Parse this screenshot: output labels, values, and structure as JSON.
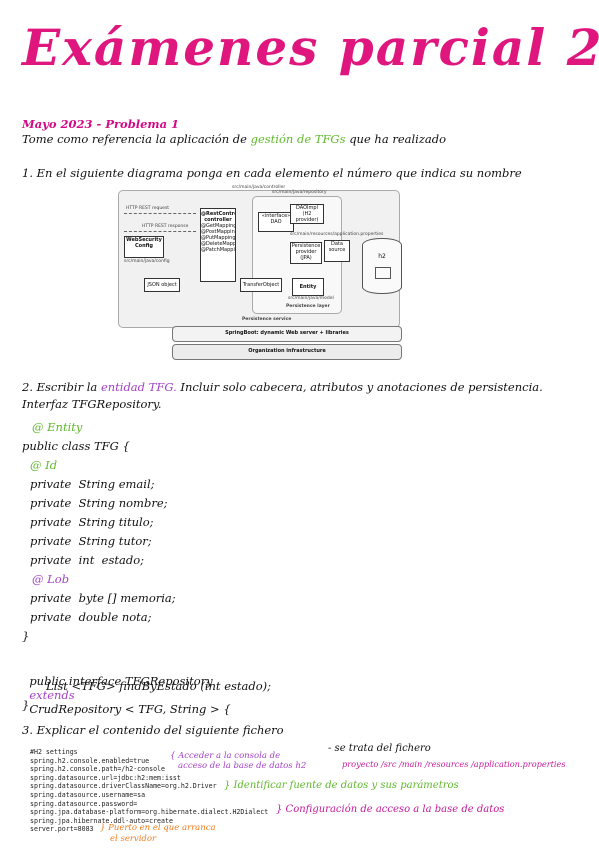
{
  "page": {
    "title": "Exámenes parcial 2"
  },
  "header": {
    "problem": "Mayo 2023 - Problema 1",
    "intro_prefix": "Tome como referencia la aplicación de",
    "intro_highlight": "gestión de TFGs",
    "intro_suffix": "que ha realizado"
  },
  "q1": {
    "text": "1. En el siguiente diagrama ponga en cada elemento el número que indica su nombre"
  },
  "diagram": {
    "top_label_1": "src/main/java/controller",
    "top_label_2": "src/main/java/repository",
    "http_request": "HTTP REST request",
    "http_response": "HTTP REST response",
    "websecurity": "WebSecurity Config",
    "websecurity_path": "src/main/java/config",
    "controller_title": "@RestController controller",
    "controller_methods": [
      "@GetMapping",
      "@PostMapping",
      "@PutMapping",
      "@DeleteMapping",
      "@PatchMapping"
    ],
    "interface_dao": "«interface» DAO",
    "daoimpl": "DAOImpl (H2 provider)",
    "persistence_provider": "Persistence provider (JPA)",
    "data_source": "Data source",
    "h2": "h2",
    "json_object": "JSON object",
    "transfer_object": "TransferObject",
    "entity": "Entity",
    "entity_path": "src/main/java/model",
    "persistence_layer": "Persistence layer",
    "persistence_service": "Persistence service",
    "springboot": "SpringBoot: dynamic Web server + libraries",
    "org_infra": "Organization infrastructure",
    "props_label": "src/main/resources/application.properties"
  },
  "q2": {
    "prefix": "2. Escribir la",
    "highlight": "entidad TFG.",
    "suffix": "Incluir solo cabecera, atributos y anotaciones de persistencia.",
    "line2": "Interfaz TFGRepository."
  },
  "entity_code": {
    "ann_entity": "@ Entity",
    "class_decl": "public class TFG {",
    "ann_id": "@ Id",
    "fields": [
      "private  String email;",
      "private  String nombre;",
      "private  String titulo;",
      "private  String tutor;",
      "private  int  estado;"
    ],
    "ann_lob": "@ Lob",
    "fields2": [
      "private  byte [] memoria;",
      "private  double nota;"
    ],
    "close": "}"
  },
  "repo_code": {
    "line1_a": "public interface TFGRepository",
    "line1_b": "extends",
    "line1_c": "CrudRepository < TFG, String > {",
    "line2": "List <TFG> findByEstado (int estado);",
    "line3": "}"
  },
  "q3": {
    "text": "3. Explicar el contenido del siguiente fichero",
    "note": "- se trata del fichero",
    "path": "proyecto /src /main /resources /application.properties"
  },
  "properties": {
    "lines": [
      "#H2 settings",
      "spring.h2.console.enabled=true",
      "spring.h2.console.path=/h2-console",
      "spring.datasource.url=jdbc:h2:mem:isst",
      "spring.datasource.driverClassName=org.h2.Driver",
      "spring.datasource.username=sa",
      "spring.datasource.password=",
      "spring.jpa.database-platform=org.hibernate.dialect.H2Dialect",
      "spring.jpa.hibernate.ddl-auto=create",
      "server.port=8083"
    ]
  },
  "annotations": {
    "console_1": "Acceder a la consola de",
    "console_2": "acceso de la base de datos h2",
    "datasource": "Identificar fuente de datos y sus parámetros",
    "jpa": "Configuración de acceso a la base de datos",
    "port_1": "Puerto en el que arranca",
    "port_2": "el servidor"
  },
  "colors": {
    "title": "#e0167f",
    "problem": "#d10a86",
    "green": "#5fb82c",
    "violet": "#a440c9",
    "orange": "#f07c1b",
    "magenta": "#c21a9d"
  }
}
